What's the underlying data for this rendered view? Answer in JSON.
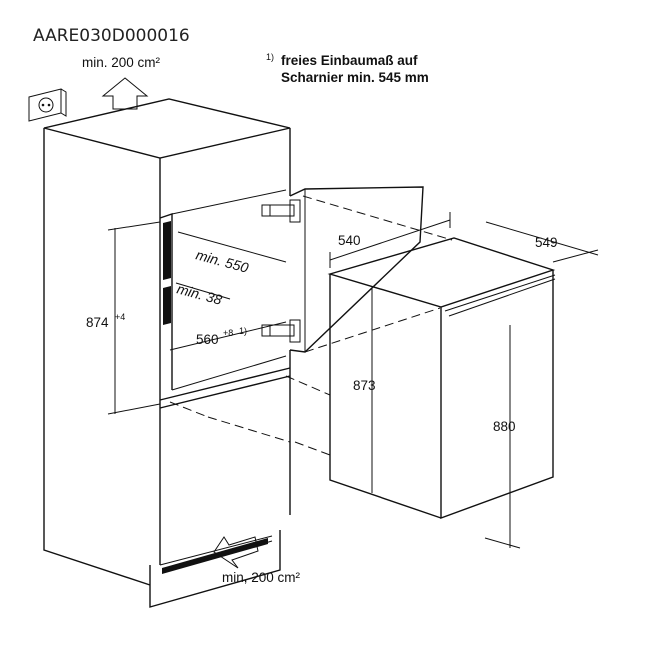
{
  "doc_code": "AARE030D000016",
  "vent_top": "min. 200 cm²",
  "vent_bottom": "min, 200 cm²",
  "footnote": {
    "marker": "1)",
    "line1": "freies Einbaumaß auf",
    "line2": "Scharnier min. 545 mm"
  },
  "dims": {
    "niche_height": "874",
    "niche_height_tol": "+4",
    "depth_min": "min. 550",
    "gap_min": "min. 38",
    "width": "560",
    "width_tol": "+8",
    "width_note": "1)",
    "appliance_depth": "540",
    "appliance_width": "549",
    "appliance_height_body": "873",
    "appliance_height_total": "880"
  }
}
